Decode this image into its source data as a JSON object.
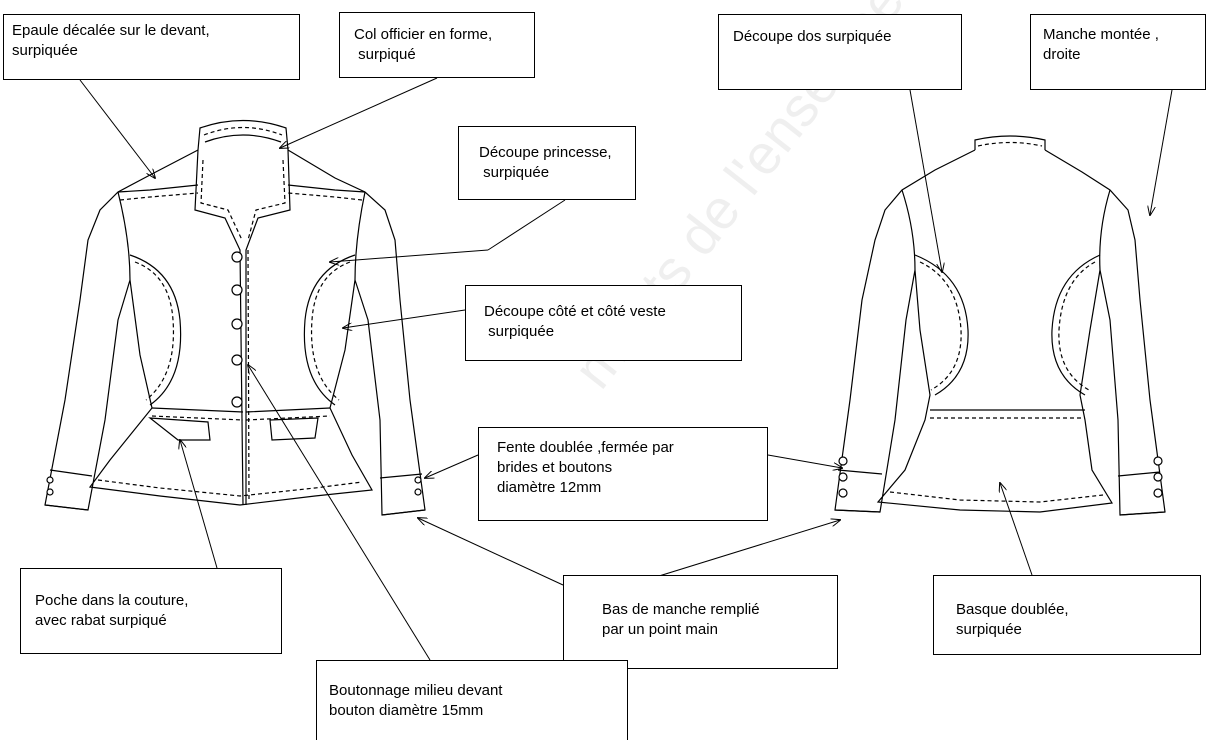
{
  "labels": {
    "epaule": {
      "l1": "Epaule décalée sur le devant,",
      "l2": "surpiquée"
    },
    "col": {
      "l1": "Col officier en forme,",
      "l2": " surpiqué"
    },
    "decoupe_dos": {
      "l1": "Découpe dos surpiquée"
    },
    "manche_montee": {
      "l1": "Manche montée ,",
      "l2": "droite"
    },
    "princesse": {
      "l1": "Découpe princesse,",
      "l2": " surpiquée"
    },
    "decoupe_cote": {
      "l1": "Découpe côté et côté veste",
      "l2": " surpiquée"
    },
    "fente": {
      "l1": "Fente doublée ,fermée par",
      "l2": "brides et boutons",
      "l3": "diamètre 12mm"
    },
    "poche": {
      "l1": "Poche dans la couture,",
      "l2": "avec rabat surpiqué"
    },
    "bas_manche": {
      "l1": "Bas de manche remplié",
      "l2": "par un point main"
    },
    "basque": {
      "l1": "Basque doublée,",
      "l2": "surpiquée"
    },
    "boutonnage": {
      "l1": "Boutonnage milieu devant",
      "l2": "bouton diamètre 15mm"
    }
  },
  "watermark": "ments de l'enseignement professionnel",
  "icons": {
    "button": "button-icon",
    "arrow": "arrow-head"
  }
}
